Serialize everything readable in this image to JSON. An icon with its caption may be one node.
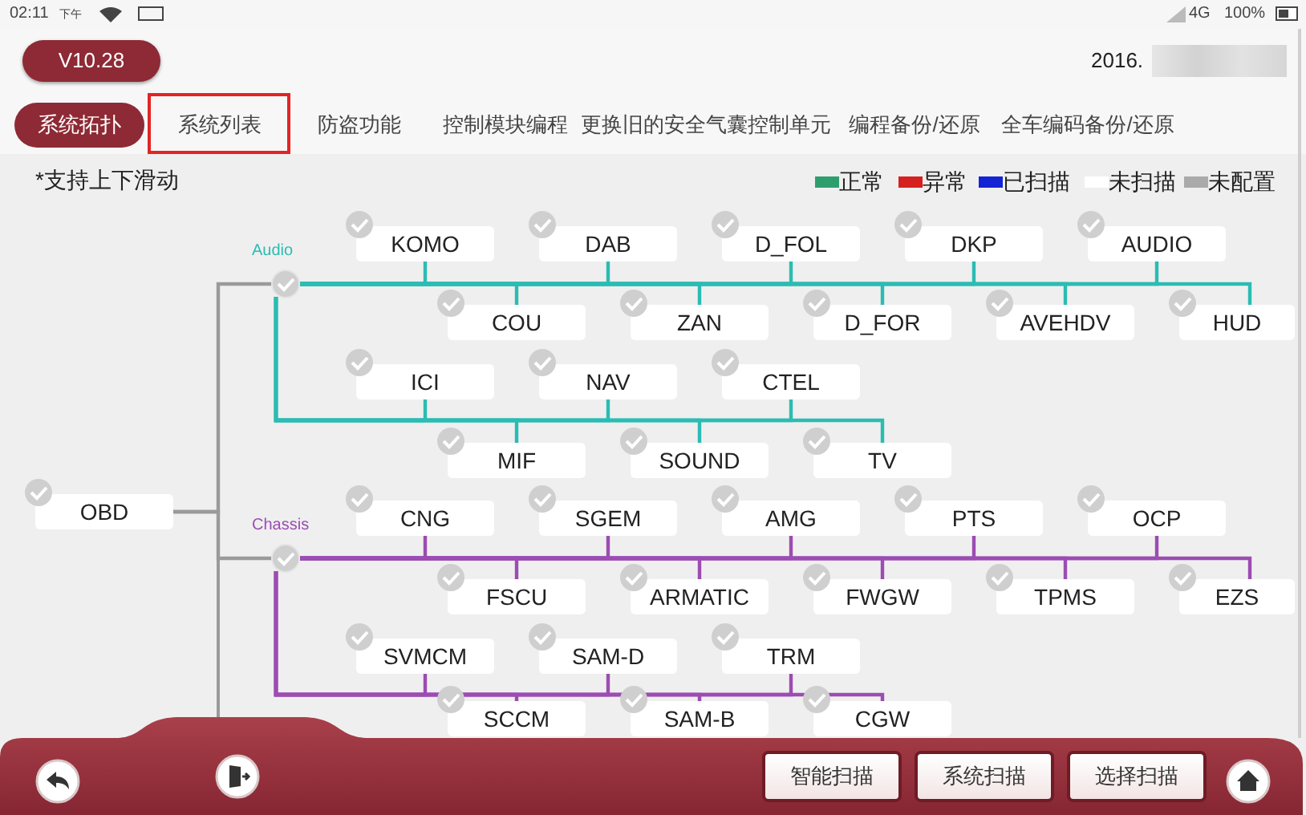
{
  "diagram": {
    "nodes": [
      {
        "text": [
          "OBD"
        ]
      },
      {
        "text": [],
        "shape": "circle",
        "beside": [
          "Audio"
        ]
      },
      {
        "text": [
          "KOMO"
        ]
      },
      {
        "text": [
          "DAB"
        ]
      },
      {
        "text": [
          "D_FOL"
        ]
      },
      {
        "text": [
          "DKP"
        ]
      },
      {
        "text": [
          "AUDIO"
        ]
      },
      {
        "text": [
          "COU"
        ]
      },
      {
        "text": [
          "ZAN"
        ]
      },
      {
        "text": [
          "D_FOR"
        ]
      },
      {
        "text": [
          "AVEHDV"
        ]
      },
      {
        "text": [
          "HUD"
        ]
      },
      {
        "text": [
          "ICI"
        ]
      },
      {
        "text": [
          "NAV"
        ]
      },
      {
        "text": [
          "CTEL"
        ]
      },
      {
        "text": [
          "MIF"
        ]
      },
      {
        "text": [
          "SOUND"
        ]
      },
      {
        "text": [
          "TV"
        ]
      },
      {
        "text": [],
        "shape": "circle",
        "beside": [
          "Chassis"
        ]
      },
      {
        "text": [
          "CNG"
        ]
      },
      {
        "text": [
          "SGEM"
        ]
      },
      {
        "text": [
          "AMG"
        ]
      },
      {
        "text": [
          "PTS"
        ]
      },
      {
        "text": [
          "OCP"
        ]
      },
      {
        "text": [
          "FSCU"
        ]
      },
      {
        "text": [
          "ARMATIC"
        ]
      },
      {
        "text": [
          "FWGW"
        ]
      },
      {
        "text": [
          "TPMS"
        ]
      },
      {
        "text": [
          "EZS"
        ]
      },
      {
        "text": [
          "SVMCM"
        ]
      },
      {
        "text": [
          "SAM-D"
        ]
      },
      {
        "text": [
          "TRM"
        ]
      },
      {
        "text": [
          "SCCM"
        ]
      },
      {
        "text": [
          "SAM-B"
        ]
      },
      {
        "text": [
          "CGW"
        ]
      }
    ],
    "edges": [
      {
        "from": 0,
        "to": 1,
        "arrow": "none",
        "color": "#9a9a9a"
      },
      {
        "from": 0,
        "to": 18,
        "arrow": "none",
        "color": "#9a9a9a"
      },
      {
        "from": 1,
        "to": 2,
        "arrow": "none",
        "color": "#2bbcb2"
      },
      {
        "from": 1,
        "to": 3,
        "arrow": "none",
        "color": "#2bbcb2"
      },
      {
        "from": 1,
        "to": 4,
        "arrow": "none",
        "color": "#2bbcb2"
      },
      {
        "from": 1,
        "to": 5,
        "arrow": "none",
        "color": "#2bbcb2"
      },
      {
        "from": 1,
        "to": 6,
        "arrow": "none",
        "color": "#2bbcb2"
      },
      {
        "from": 1,
        "to": 7,
        "arrow": "none",
        "color": "#2bbcb2"
      },
      {
        "from": 1,
        "to": 8,
        "arrow": "none",
        "color": "#2bbcb2"
      },
      {
        "from": 1,
        "to": 9,
        "arrow": "none",
        "color": "#2bbcb2"
      },
      {
        "from": 1,
        "to": 10,
        "arrow": "none",
        "color": "#2bbcb2"
      },
      {
        "from": 1,
        "to": 11,
        "arrow": "none",
        "color": "#2bbcb2"
      },
      {
        "from": 1,
        "to": 12,
        "arrow": "none",
        "color": "#2bbcb2"
      },
      {
        "from": 1,
        "to": 13,
        "arrow": "none",
        "color": "#2bbcb2"
      },
      {
        "from": 1,
        "to": 14,
        "arrow": "none",
        "color": "#2bbcb2"
      },
      {
        "from": 1,
        "to": 15,
        "arrow": "none",
        "color": "#2bbcb2"
      },
      {
        "from": 1,
        "to": 16,
        "arrow": "none",
        "color": "#2bbcb2"
      },
      {
        "from": 1,
        "to": 17,
        "arrow": "none",
        "color": "#2bbcb2"
      },
      {
        "from": 18,
        "to": 19,
        "arrow": "none",
        "color": "#9c4cb2"
      },
      {
        "from": 18,
        "to": 20,
        "arrow": "none",
        "color": "#9c4cb2"
      },
      {
        "from": 18,
        "to": 21,
        "arrow": "none",
        "color": "#9c4cb2"
      },
      {
        "from": 18,
        "to": 22,
        "arrow": "none",
        "color": "#9c4cb2"
      },
      {
        "from": 18,
        "to": 23,
        "arrow": "none",
        "color": "#9c4cb2"
      },
      {
        "from": 18,
        "to": 24,
        "arrow": "none",
        "color": "#9c4cb2"
      },
      {
        "from": 18,
        "to": 25,
        "arrow": "none",
        "color": "#9c4cb2"
      },
      {
        "from": 18,
        "to": 26,
        "arrow": "none",
        "color": "#9c4cb2"
      },
      {
        "from": 18,
        "to": 27,
        "arrow": "none",
        "color": "#9c4cb2"
      },
      {
        "from": 18,
        "to": 28,
        "arrow": "none",
        "color": "#9c4cb2"
      },
      {
        "from": 18,
        "to": 29,
        "arrow": "none",
        "color": "#9c4cb2"
      },
      {
        "from": 18,
        "to": 30,
        "arrow": "none",
        "color": "#9c4cb2"
      },
      {
        "from": 18,
        "to": 31,
        "arrow": "none",
        "color": "#9c4cb2"
      },
      {
        "from": 18,
        "to": 32,
        "arrow": "none",
        "color": "#9c4cb2"
      },
      {
        "from": 18,
        "to": 33,
        "arrow": "none",
        "color": "#9c4cb2"
      },
      {
        "from": 18,
        "to": 34,
        "arrow": "none",
        "color": "#9c4cb2"
      }
    ],
    "labels": [
      "02:11",
      "下午",
      "4G",
      "100%",
      "V10.28",
      "2016.",
      "系统拓扑",
      "系统列表",
      "防盗功能",
      "控制模块编程",
      "更换旧的安全气囊控制单元",
      "编程备份/还原",
      "全车编码备份/还原",
      "*支持上下滑动",
      "智能扫描",
      "系统扫描",
      "选择扫描"
    ],
    "legend": [
      {
        "text": "正常",
        "color": "#2e9e6e"
      },
      {
        "text": "异常",
        "color": "#d62020"
      },
      {
        "text": "已扫描",
        "color": "#1424d4"
      },
      {
        "text": "未扫描",
        "color": "#ffffff"
      },
      {
        "text": "未配置",
        "color": "#aaaaaa"
      }
    ]
  }
}
